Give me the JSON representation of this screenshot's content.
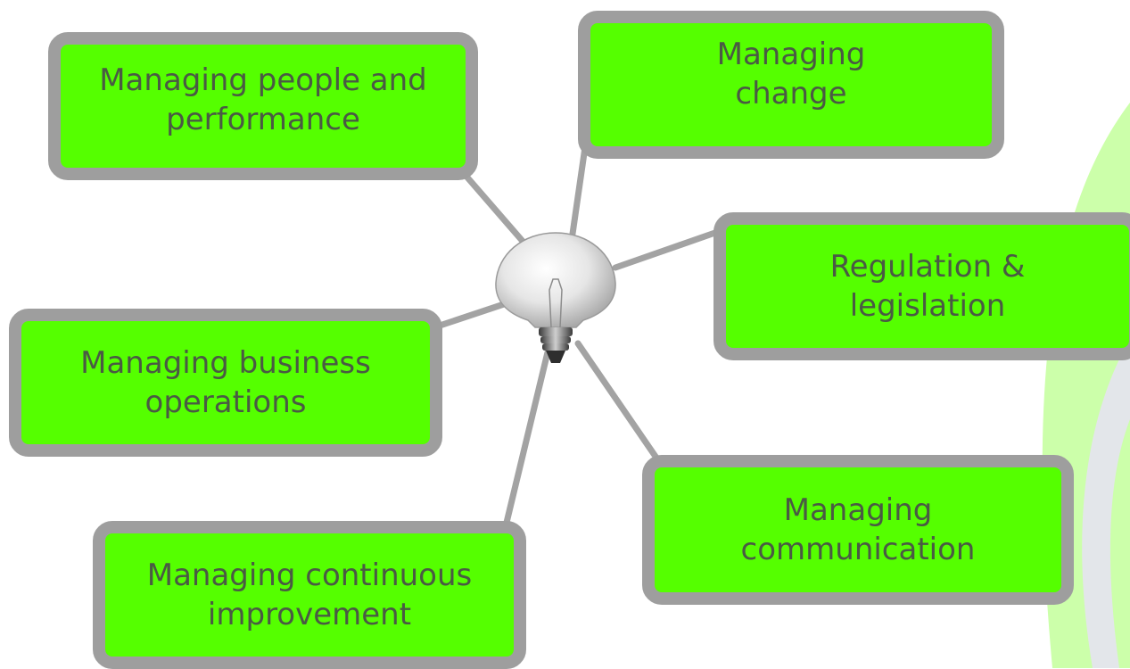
{
  "diagram": {
    "center": {
      "icon": "lightbulb-icon"
    },
    "nodes": [
      {
        "id": "people",
        "label": "Managing people and performance"
      },
      {
        "id": "change",
        "label": "Managing change"
      },
      {
        "id": "reg",
        "label": "Regulation & legislation"
      },
      {
        "id": "ops",
        "label": "Managing business operations"
      },
      {
        "id": "comm",
        "label": "Managing communication"
      },
      {
        "id": "cont",
        "label": "Managing continuous improvement"
      }
    ],
    "colors": {
      "node_fill": "#55ff00",
      "node_border": "#9e9e9e",
      "node_text": "#4a5a44",
      "connector": "#a3a3a3",
      "background_accent": "#ccffaa"
    }
  }
}
